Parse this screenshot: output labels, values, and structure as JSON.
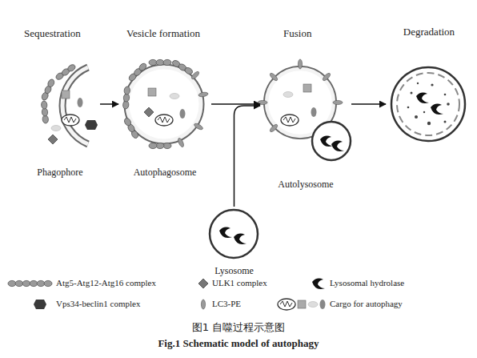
{
  "diagram": {
    "title": "图1 自噬过程示意图",
    "caption": "Fig.1 Schematic model of autophagy",
    "nodes": [
      {
        "text": [
          "Phagophore"
        ]
      },
      {
        "text": [
          "Autophagosome"
        ]
      },
      {
        "text": [
          "Lysosome"
        ]
      },
      {
        "text": [
          "Autolysosome"
        ]
      },
      {
        "text": [
          "Degradation"
        ]
      }
    ],
    "edges": [
      {
        "from": 0,
        "to": 1,
        "arrow": "to"
      },
      {
        "from": 1,
        "to": 3,
        "arrow": "to"
      },
      {
        "from": 2,
        "to": 3,
        "arrow": "to"
      },
      {
        "from": 3,
        "to": 4,
        "arrow": "to"
      }
    ],
    "labels": [
      "Sequestration",
      "Vesicle formation",
      "Fusion"
    ],
    "legend": [
      {
        "text": "Atg5-Atg12-Atg16 complex"
      },
      {
        "text": "ULK1 complex"
      },
      {
        "text": "Lysosomal hydrolase"
      },
      {
        "text": "Vps34-beclin1 complex"
      },
      {
        "text": "LC3-PE"
      },
      {
        "text": "Cargo for autophagy"
      }
    ]
  }
}
